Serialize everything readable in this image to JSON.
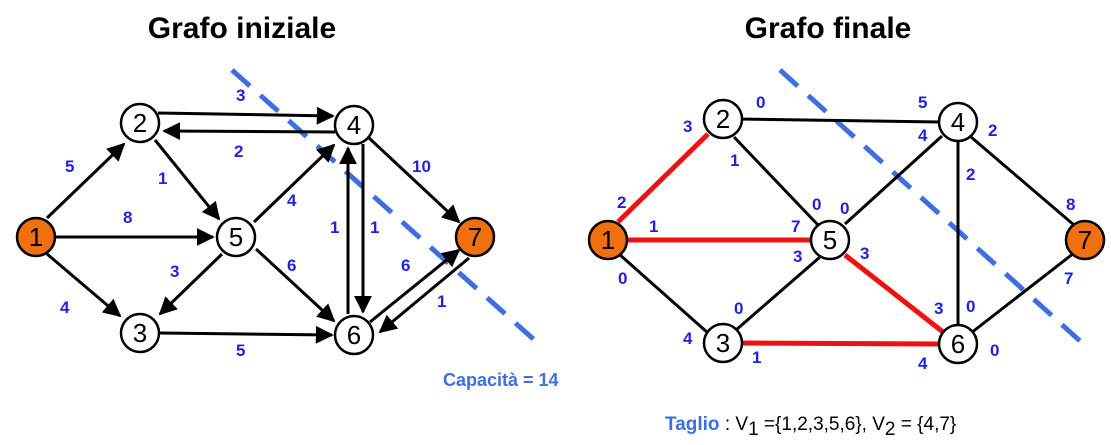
{
  "titles": {
    "left": "Grafo iniziale",
    "right": "Grafo finale"
  },
  "caption": "Capacità = 14",
  "cut": {
    "label": "Taglio",
    "sep": " : ",
    "v1_prefix": "V",
    "v1_sub": "1",
    "v1_set": " ={1,2,3,5,6}, ",
    "v2_prefix": "V",
    "v2_sub": "2",
    "v2_set": " = {4,7}"
  },
  "colors": {
    "node_fill": "#ffffff",
    "source_sink_fill": "#f07010",
    "edge": "#000000",
    "cut_edge": "#ee1111",
    "weight_text": "#2222dd",
    "cut_line": "#3d6fe0"
  },
  "initial_graph": {
    "nodes": [
      "1",
      "2",
      "3",
      "4",
      "5",
      "6",
      "7"
    ],
    "highlighted_nodes": [
      "1",
      "7"
    ],
    "edges": [
      {
        "from": "1",
        "to": "2",
        "capacity": "5"
      },
      {
        "from": "1",
        "to": "5",
        "capacity": "8"
      },
      {
        "from": "1",
        "to": "3",
        "capacity": "4"
      },
      {
        "from": "2",
        "to": "4",
        "capacity": "3"
      },
      {
        "from": "4",
        "to": "2",
        "capacity": "2"
      },
      {
        "from": "2",
        "to": "5",
        "capacity": "1"
      },
      {
        "from": "5",
        "to": "4",
        "capacity": "4"
      },
      {
        "from": "5",
        "to": "3",
        "capacity": "3"
      },
      {
        "from": "5",
        "to": "6",
        "capacity": "6"
      },
      {
        "from": "3",
        "to": "6",
        "capacity": "5"
      },
      {
        "from": "6",
        "to": "4",
        "capacity": "1"
      },
      {
        "from": "4",
        "to": "6",
        "capacity": "1"
      },
      {
        "from": "4",
        "to": "7",
        "capacity": "10"
      },
      {
        "from": "6",
        "to": "7",
        "capacity": "6"
      },
      {
        "from": "7",
        "to": "6",
        "capacity": "1"
      }
    ]
  },
  "final_graph": {
    "nodes": [
      "1",
      "2",
      "3",
      "4",
      "5",
      "6",
      "7"
    ],
    "highlighted_nodes": [
      "1",
      "7"
    ],
    "edge_pairs": [
      {
        "edge": "1-2",
        "residual": [
          "2",
          "3"
        ],
        "min_cut": true
      },
      {
        "edge": "1-5",
        "residual": [
          "1",
          "7"
        ],
        "min_cut": true
      },
      {
        "edge": "1-3",
        "residual": [
          "0",
          "4"
        ],
        "min_cut": false
      },
      {
        "edge": "2-4",
        "residual": [
          "0",
          "5"
        ],
        "min_cut": false
      },
      {
        "edge": "2-5",
        "residual": [
          "1",
          "0"
        ],
        "min_cut": false
      },
      {
        "edge": "5-4",
        "residual": [
          "0",
          "4"
        ],
        "min_cut": false
      },
      {
        "edge": "5-3",
        "residual": [
          "3",
          "0"
        ],
        "min_cut": false
      },
      {
        "edge": "5-6",
        "residual": [
          "3",
          "3"
        ],
        "min_cut": true
      },
      {
        "edge": "3-6",
        "residual": [
          "1",
          "4"
        ],
        "min_cut": true
      },
      {
        "edge": "4-6",
        "residual": [
          "2",
          "0"
        ],
        "min_cut": false
      },
      {
        "edge": "4-7",
        "residual": [
          "2",
          "8"
        ],
        "min_cut": false
      },
      {
        "edge": "6-7",
        "residual": [
          "0",
          "7"
        ],
        "min_cut": false
      }
    ]
  }
}
